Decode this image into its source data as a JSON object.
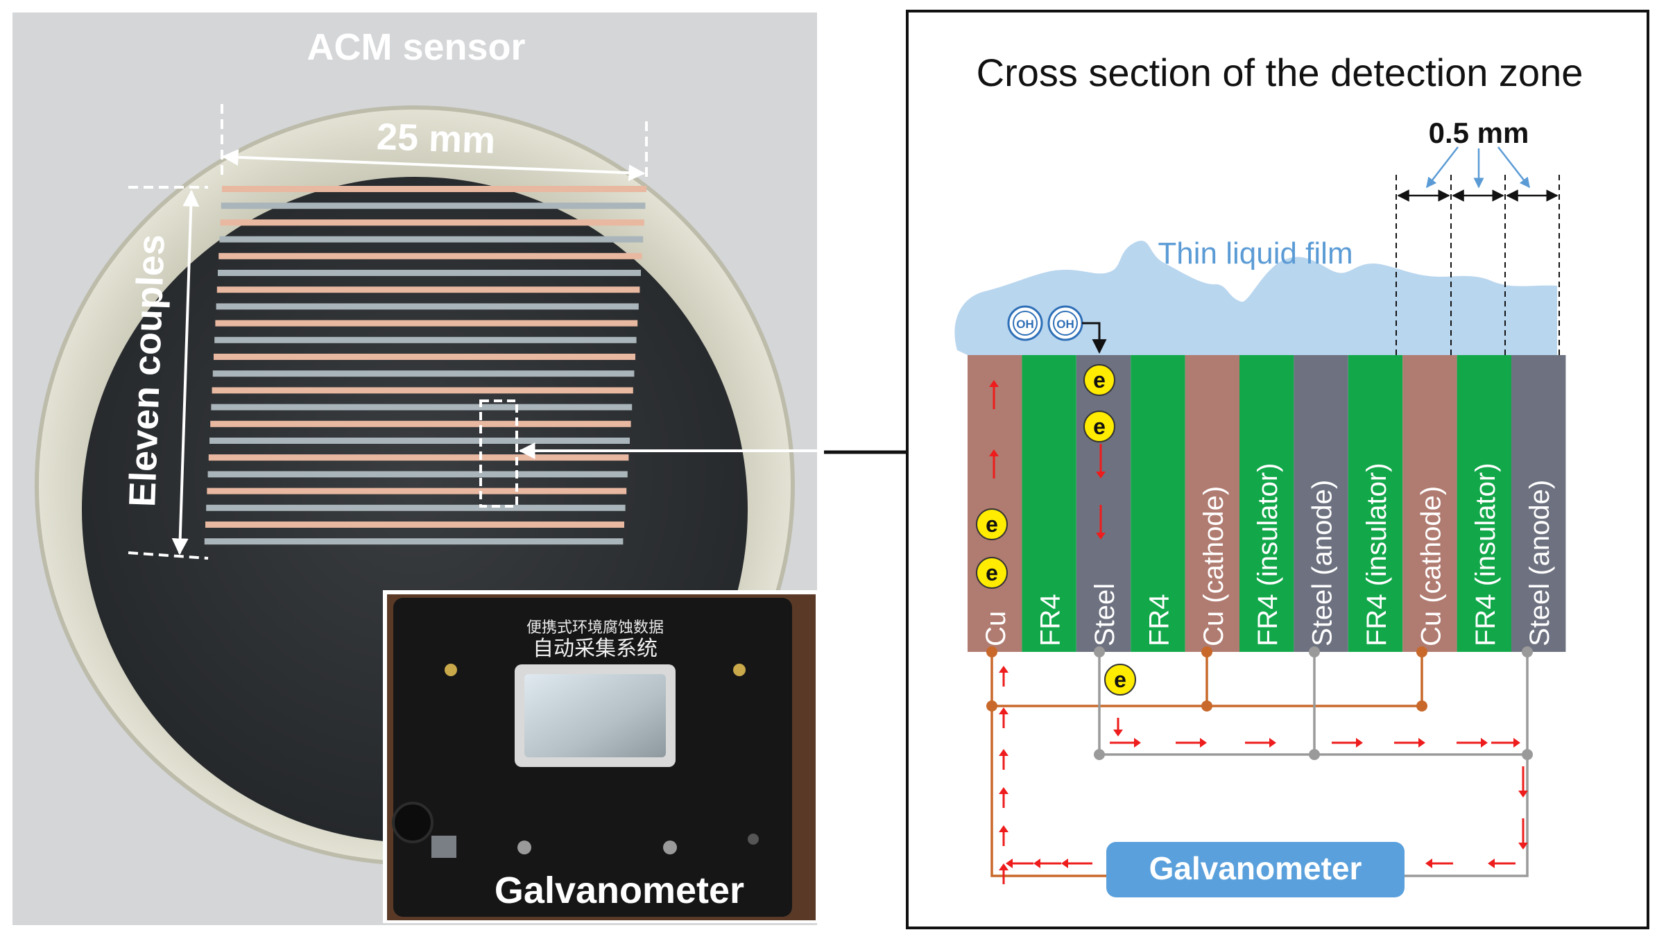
{
  "left_panel": {
    "sensor_title": "ACM sensor",
    "width_label": "25 mm",
    "couples_label": "Eleven couples",
    "device_label": "Galvanometer",
    "device_panel_line1": "便携式环境腐蚀数据",
    "device_panel_line2": "自动采集系统"
  },
  "right_panel": {
    "title": "Cross section of the detection zone",
    "gap_label": "0.5 mm",
    "film_label": "Thin liquid film",
    "ion_label": "OH",
    "electron_label": "e",
    "galvanometer_label": "Galvanometer",
    "layers": [
      {
        "label": "Cu",
        "material": "cu"
      },
      {
        "label": "FR4",
        "material": "fr4"
      },
      {
        "label": "Steel",
        "material": "steel"
      },
      {
        "label": "FR4",
        "material": "fr4"
      },
      {
        "label": "Cu (cathode)",
        "material": "cu"
      },
      {
        "label": "FR4 (insulator)",
        "material": "fr4"
      },
      {
        "label": "Steel (anode)",
        "material": "steel"
      },
      {
        "label": "FR4 (insulator)",
        "material": "fr4"
      },
      {
        "label": "Cu (cathode)",
        "material": "cu"
      },
      {
        "label": "FR4 (insulator)",
        "material": "fr4"
      },
      {
        "label": "Steel (anode)",
        "material": "steel"
      }
    ]
  },
  "colors": {
    "cu": "#b07b70",
    "fr4": "#12a84a",
    "steel": "#6e7280",
    "film": "#b9d6ef",
    "film_text": "#5b9bd5",
    "cu_wire": "#c8692b",
    "steel_wire": "#9a9a9a",
    "current_arrow": "#ee1c1c",
    "galvanometer_box": "#5aa0dc",
    "electron": "#ffec00"
  }
}
